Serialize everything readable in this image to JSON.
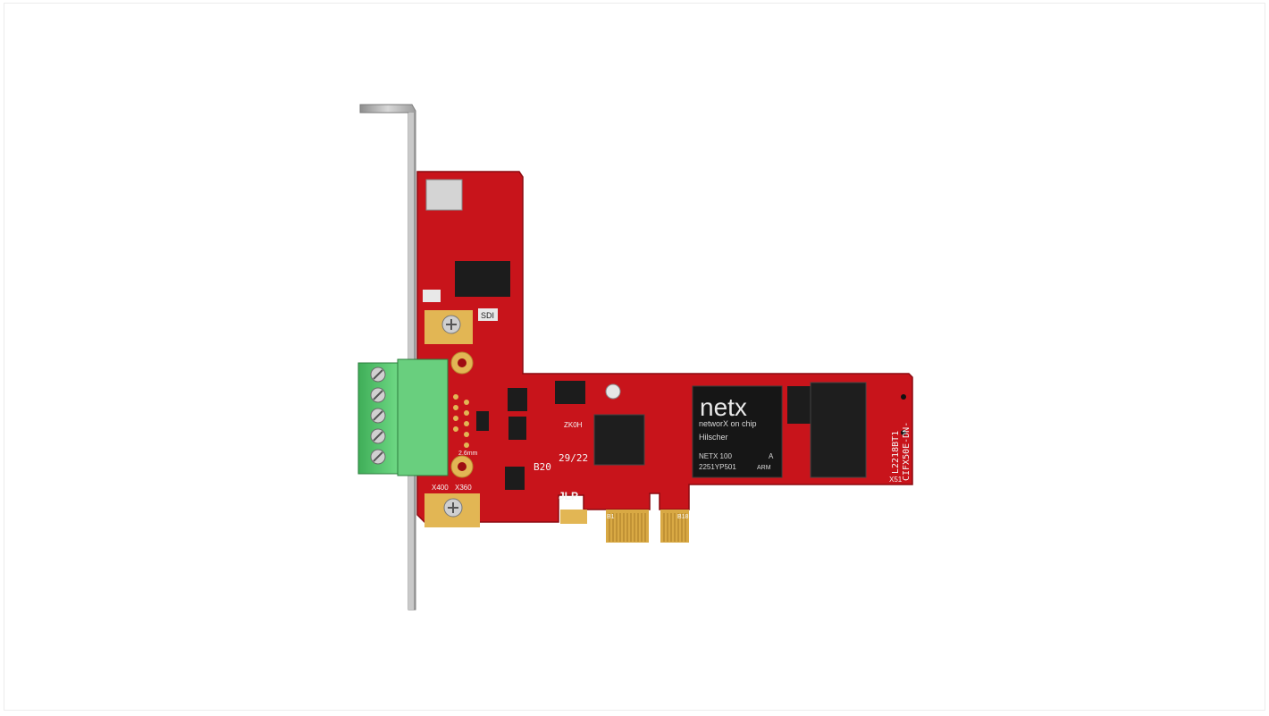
{
  "photo": {
    "subject": "PCIe fieldbus interface card",
    "colors": {
      "pcb": "#c8141b",
      "pcb_dark": "#9e0c12",
      "bracket": "#b8b8b8",
      "terminal": "#55c46b",
      "gold": "#e2b654",
      "chip": "#1a1a1a",
      "background": "#ffffff"
    },
    "chip_main": {
      "logo": "netx",
      "tagline": "networX on chip",
      "maker": "Hilscher",
      "model": "NETX 100",
      "revision": "A",
      "serial": "2251YP501",
      "arm_mark": "ARM"
    },
    "pcb_labels": {
      "side_part_number": "L2218BT1",
      "side_model": "CIFX50E-DN-",
      "x51_label": "X51",
      "date_code": "29/22",
      "date_suffix": "B20",
      "maker_code": "JLP",
      "x400_label": "X400",
      "x360_label": "X360",
      "sdi_label": "SDI",
      "pin_b1": "B1",
      "pin_b18": "B18",
      "small_mark": "ZK0H",
      "dim_mark": "2.6mm"
    }
  }
}
